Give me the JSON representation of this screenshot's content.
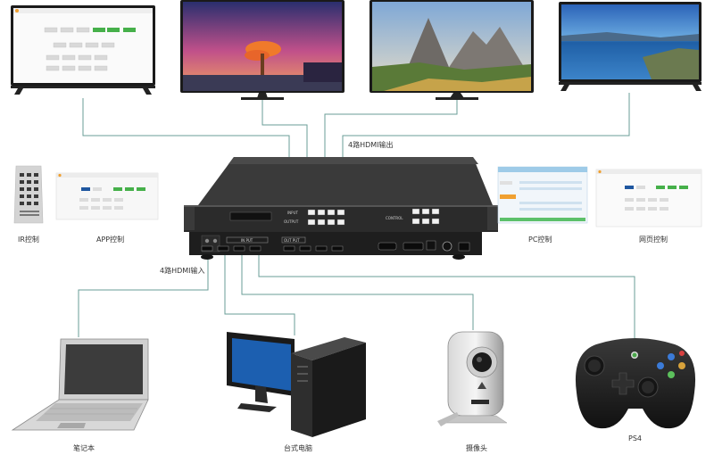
{
  "labels": {
    "output": "4路HDMI输出",
    "input": "4路HDMI输入",
    "ir": "IR控制",
    "app": "APP控制",
    "pc": "PC控制",
    "web": "网页控制",
    "laptop": "笔记本",
    "desktop": "台式电脑",
    "camera": "摄像头",
    "ps4": "PS4"
  },
  "device": {
    "input_text": "INPUT",
    "output_text": "OUTPUT",
    "control_text": "CONTROL",
    "in_panel": "IN PUT",
    "out_panel": "OUT PUT"
  },
  "colors": {
    "line": "#6a9e97",
    "device_body": "#2b2b2b",
    "tv_bezel": "#1a1a1a"
  }
}
